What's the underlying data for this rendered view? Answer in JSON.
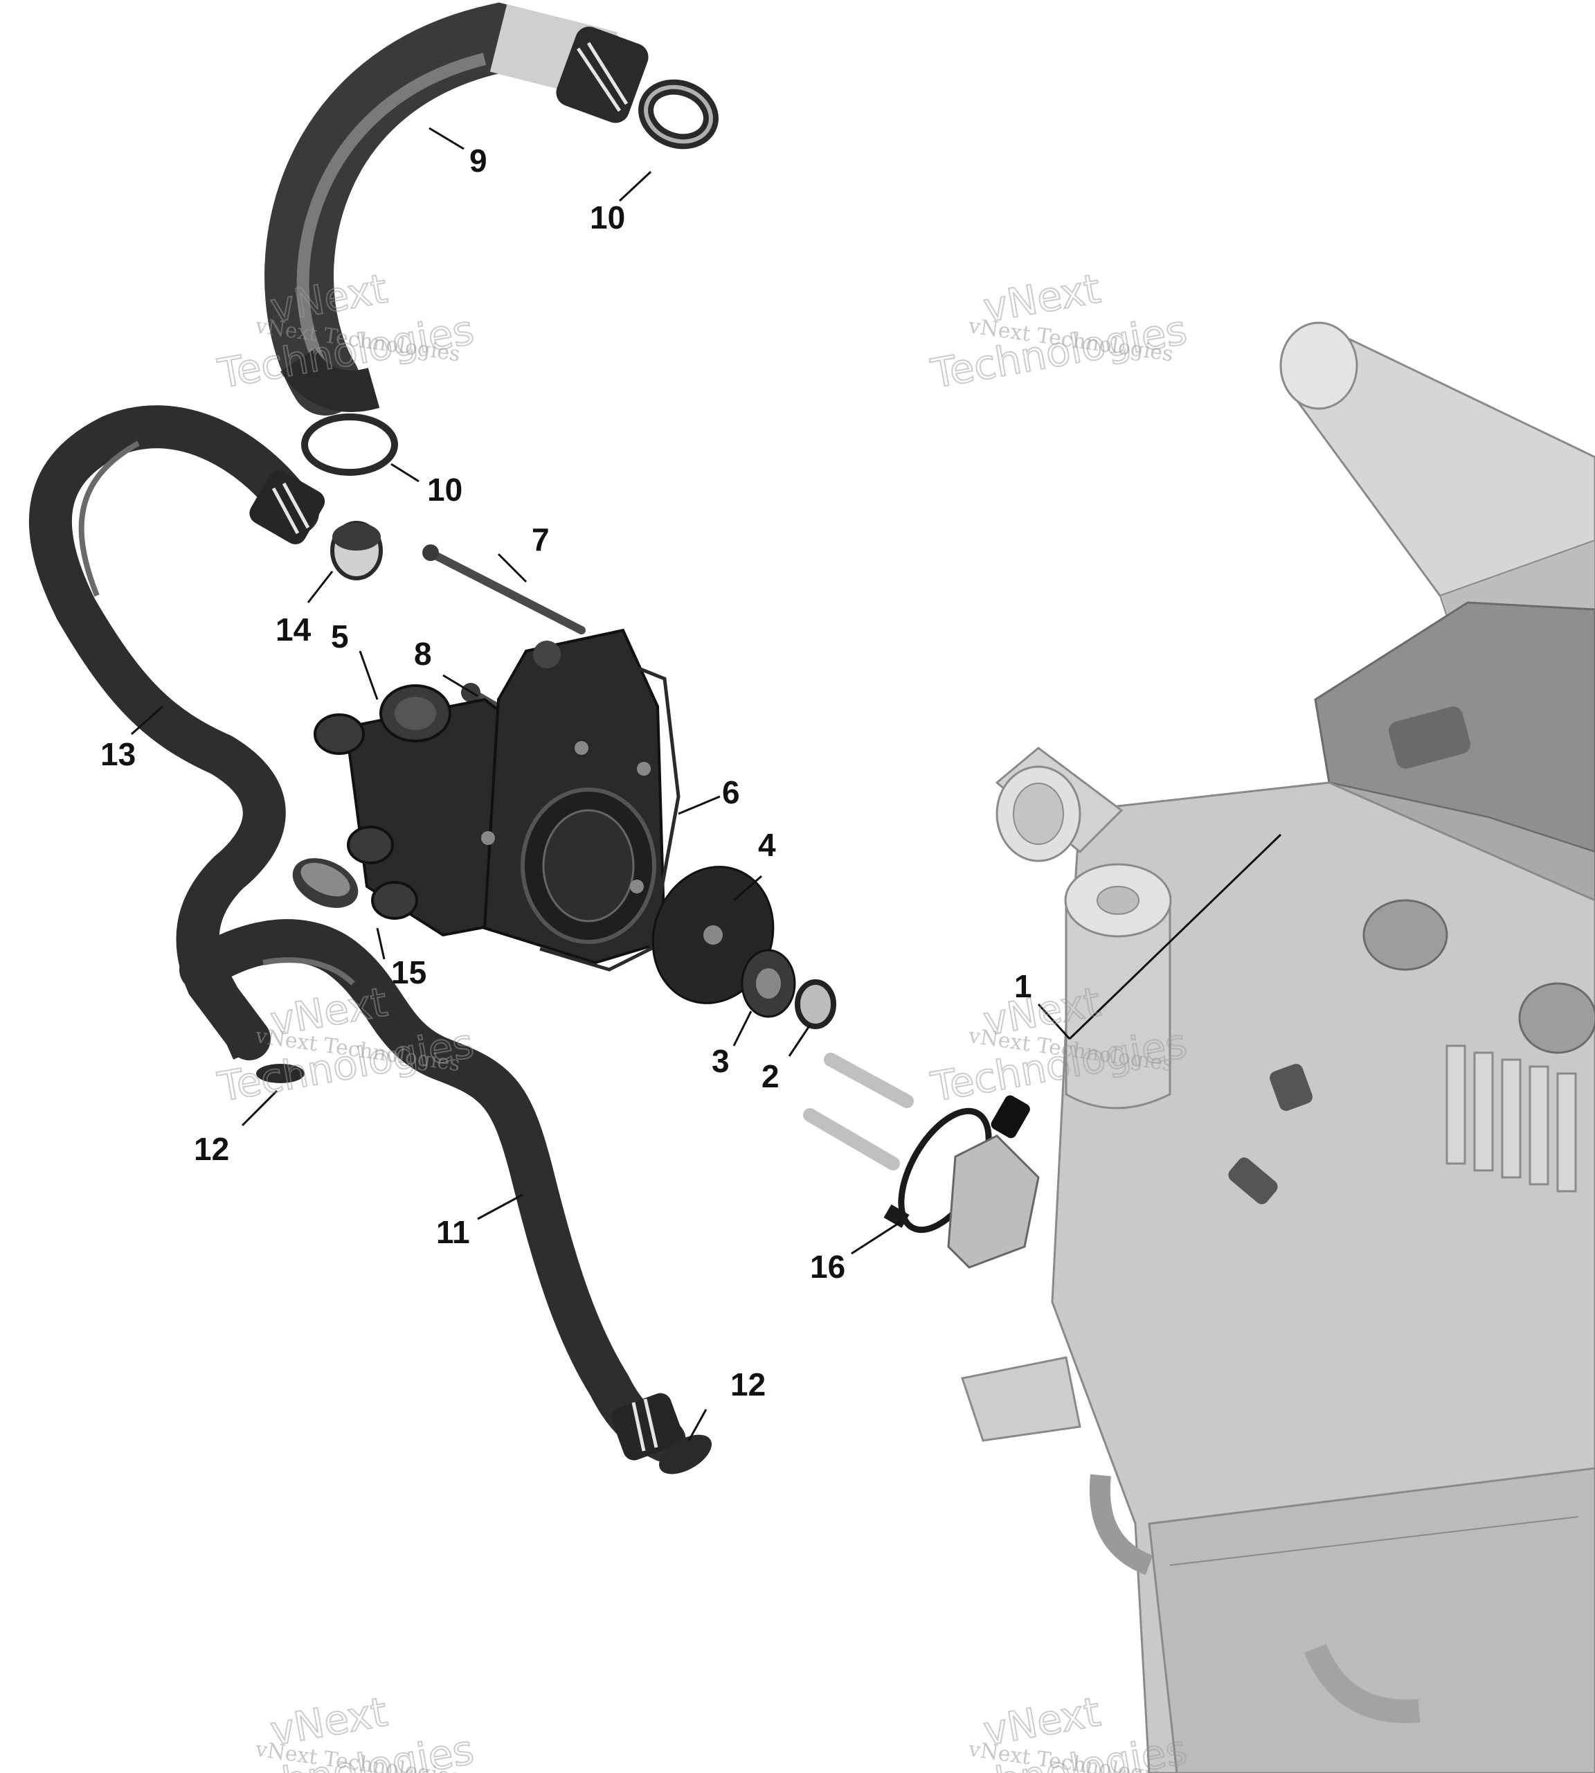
{
  "callouts": {
    "c1": "1",
    "c2": "2",
    "c3": "3",
    "c4": "4",
    "c5": "5",
    "c6": "6",
    "c7": "7",
    "c8": "8",
    "c9": "9",
    "c10a": "10",
    "c10b": "10",
    "c11": "11",
    "c12a": "12",
    "c12b": "12",
    "c13": "13",
    "c14": "14",
    "c15": "15",
    "c16": "16"
  },
  "watermark": {
    "line1": "vNext Technologies",
    "line2": "vNext",
    "line3": "Technologies"
  },
  "colors": {
    "hose": "#2e2e2e",
    "hose_highlight": "#6a6a6a",
    "engine": "#c4c4c4",
    "engine_dark": "#9c9c9c",
    "pump": "#2a2a2a"
  }
}
